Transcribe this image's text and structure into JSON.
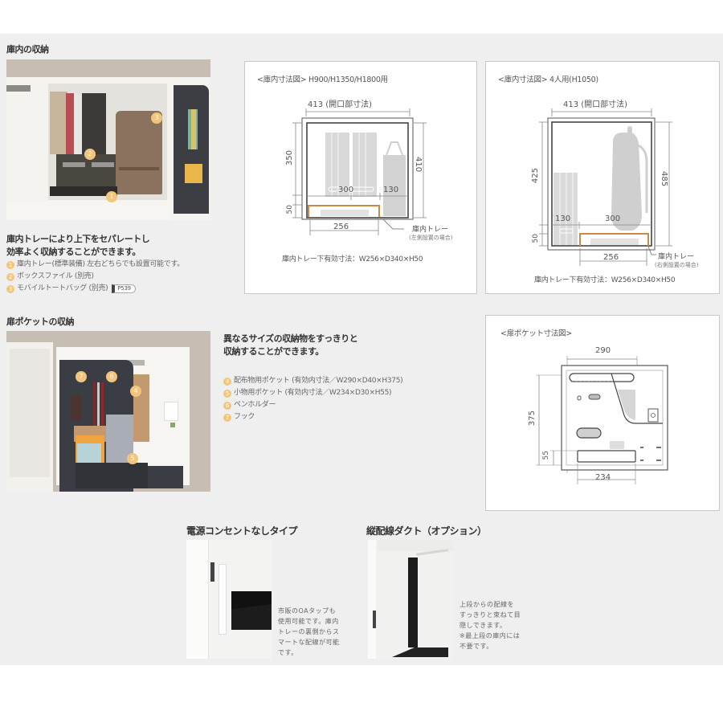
{
  "storage_section": {
    "title": "庫内の収納",
    "lead_lines": [
      "庫内トレーにより上下をセパレートし",
      "効率よく収納することができます。"
    ],
    "items": [
      {
        "num": "1",
        "text": "庫内トレー(標準装備) 左右どちらでも設置可能です。"
      },
      {
        "num": "2",
        "text": "ボックスファイル (別売)"
      },
      {
        "num": "3",
        "text": "モバイルトートバッグ (別売)",
        "ref": "P539"
      }
    ],
    "photo_badges": [
      "1",
      "2",
      "3"
    ]
  },
  "diagram_a": {
    "title": "<庫内寸法図> H900/H1350/H1800用",
    "width_label": "413 (開口部寸法)",
    "height_left": "350",
    "height_right": "410",
    "tray_height": "50",
    "inner_left": "300",
    "inner_right": "130",
    "tray_width": "256",
    "tray_label": "庫内トレー",
    "tray_note": "(左側設置の場合)",
    "caption": "庫内トレー下有効寸法：W256×D340×H50"
  },
  "diagram_b": {
    "title": "<庫内寸法図> 4人用(H1050)",
    "width_label": "413 (開口部寸法)",
    "height_left": "425",
    "height_right": "485",
    "tray_height": "50",
    "inner_left": "130",
    "inner_right": "300",
    "tray_width": "256",
    "tray_label": "庫内トレー",
    "tray_note": "(右側設置の場合)",
    "caption": "庫内トレー下有効寸法：W256×D340×H50"
  },
  "pocket_section": {
    "title": "扉ポケットの収納",
    "lead_lines": [
      "異なるサイズの収納物をすっきりと",
      "収納することができます。"
    ],
    "items": [
      {
        "num": "4",
        "text": "配布物用ポケット (有効内寸法／W290×D40×H375)"
      },
      {
        "num": "5",
        "text": "小物用ポケット (有効内寸法／W234×D30×H55)"
      },
      {
        "num": "6",
        "text": "ペンホルダー"
      },
      {
        "num": "7",
        "text": "フック"
      }
    ],
    "photo_badges": [
      "7",
      "6",
      "4",
      "5"
    ]
  },
  "diagram_c": {
    "title": "<扉ポケット寸法図>",
    "width_top": "290",
    "height_left": "375",
    "pocket_height": "55",
    "width_bottom": "234"
  },
  "no_outlet": {
    "title": "電源コンセントなしタイプ",
    "note_lines": [
      "市販のOAタップも",
      "使用可能です。庫内",
      "トレーの裏側からス",
      "マートな配線が可能",
      "です。"
    ]
  },
  "duct": {
    "title": "縦配線ダクト（オプション）",
    "note_lines": [
      "上段からの配線を",
      "すっきりと束ねて目",
      "隠しできます。",
      "※最上段の庫内には",
      "不要です。"
    ]
  },
  "colors": {
    "background": "#efefef",
    "accent_badge": "#f2c57a",
    "tray_orange": "#c98a4a",
    "dark_panel": "#3a3d44"
  }
}
